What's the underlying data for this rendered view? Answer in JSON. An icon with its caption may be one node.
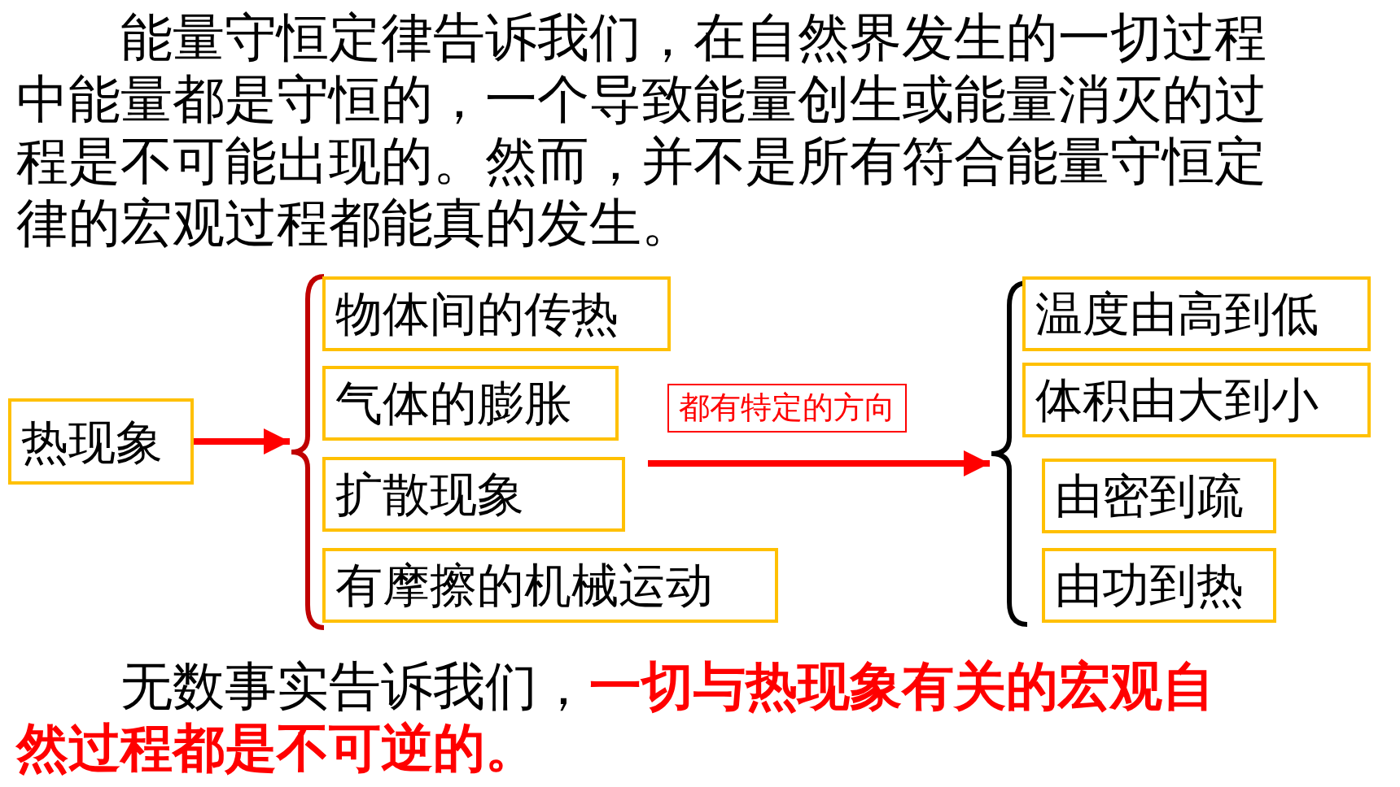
{
  "diagram": {
    "nodes": [
      {
        "text": [
          "热现象"
        ]
      },
      {
        "text": [],
        "shape": "brace"
      },
      {
        "text": [
          "物体间的传热"
        ]
      },
      {
        "text": [
          "气体的膨胀"
        ]
      },
      {
        "text": [
          "扩散现象"
        ]
      },
      {
        "text": [
          "有摩擦的机械运动"
        ]
      },
      {
        "text": [],
        "shape": "brace"
      },
      {
        "text": [
          "温度由高到低"
        ]
      },
      {
        "text": [
          "体积由大到小"
        ]
      },
      {
        "text": [
          "由密到疏"
        ]
      },
      {
        "text": [
          "由功到热"
        ]
      }
    ],
    "edges": [
      {
        "from": 0,
        "to": 1,
        "arrow": "to"
      },
      {
        "from": null,
        "to": 6,
        "arrow": "to",
        "label": "都有特定的方向"
      }
    ],
    "labels": [
      "能量守恒定律告诉我们，在自然界发生的一切过程中能量都是守恒的，一个导致能量创生或能量消灭的过程是不可能出现的。然而，并不是所有符合能量守恒定律的宏观过程都能真的发生。",
      "无数事实告诉我们，**一切与热现象有关的宏观自然过程都是不可逆的。**"
    ]
  }
}
